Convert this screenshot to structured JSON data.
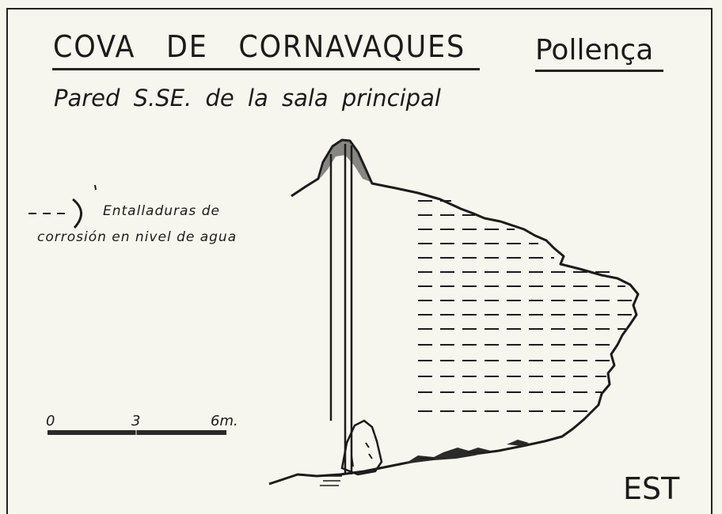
{
  "header": {
    "title": "COVA DE CORNAVAQUES",
    "place": "Pollença",
    "subtitle": "Pared S.SE. de la sala principal"
  },
  "legend": {
    "line1": "Entalladuras de",
    "line2": "corrosión en nivel de agua"
  },
  "scale": {
    "label_0": "0",
    "label_3": "3",
    "label_6": "6m."
  },
  "orientation": {
    "label": "EST"
  }
}
